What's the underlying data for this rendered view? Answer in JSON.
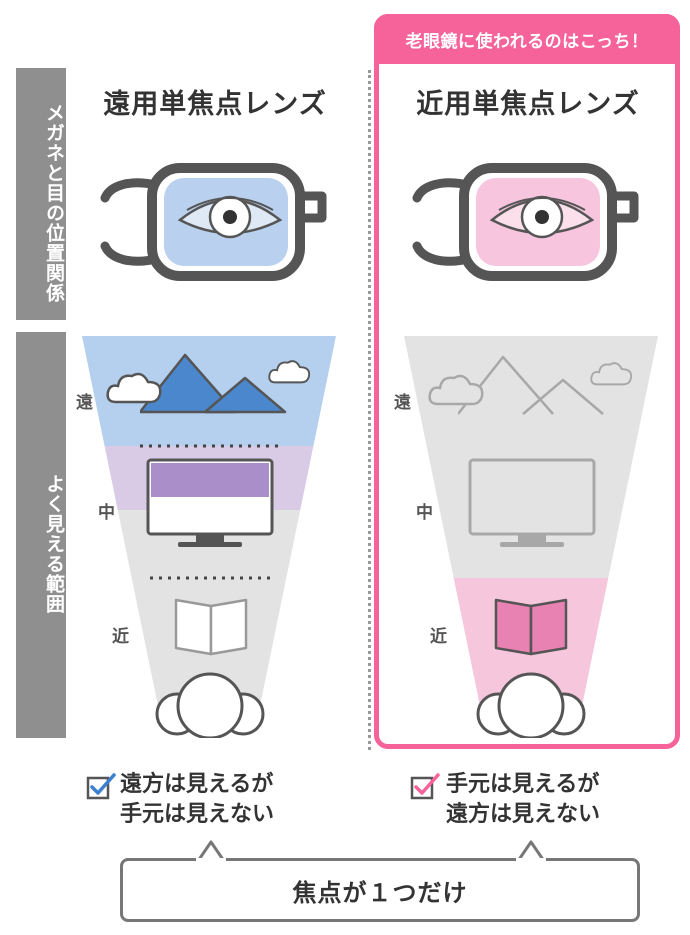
{
  "side_labels": {
    "top": "メガネと目の位置関係",
    "bottom": "よく見える範囲"
  },
  "left_column": {
    "title": "遠用単焦点レンズ",
    "dist_far": "遠",
    "dist_mid": "中",
    "dist_near": "近",
    "check_line1": "遠方は見えるが",
    "check_line2": "手元は見えない"
  },
  "right_column": {
    "tab_label": "老眼鏡に使われるのはこっち！",
    "title": "近用単焦点レンズ",
    "dist_far": "遠",
    "dist_mid": "中",
    "dist_near": "近",
    "check_line1": "手元は見えるが",
    "check_line2": "遠方は見えない"
  },
  "bottom_box": {
    "text": "焦点が１つだけ"
  },
  "colors": {
    "blue_lens": "#b9d1ee",
    "blue_zone": "#b5cfee",
    "purple_zone": "#d9cbe6",
    "pink_lens": "#f7c5de",
    "pink_zone": "#f6c6dd",
    "pink_accent": "#f5639a",
    "grey_zone": "#e3e3e3",
    "frame": "#555555"
  },
  "icons": [
    "glasses-icon",
    "eye-icon",
    "cloud-icon",
    "mountain-icon",
    "tv-icon",
    "book-icon",
    "person-head-icon",
    "check-icon"
  ]
}
